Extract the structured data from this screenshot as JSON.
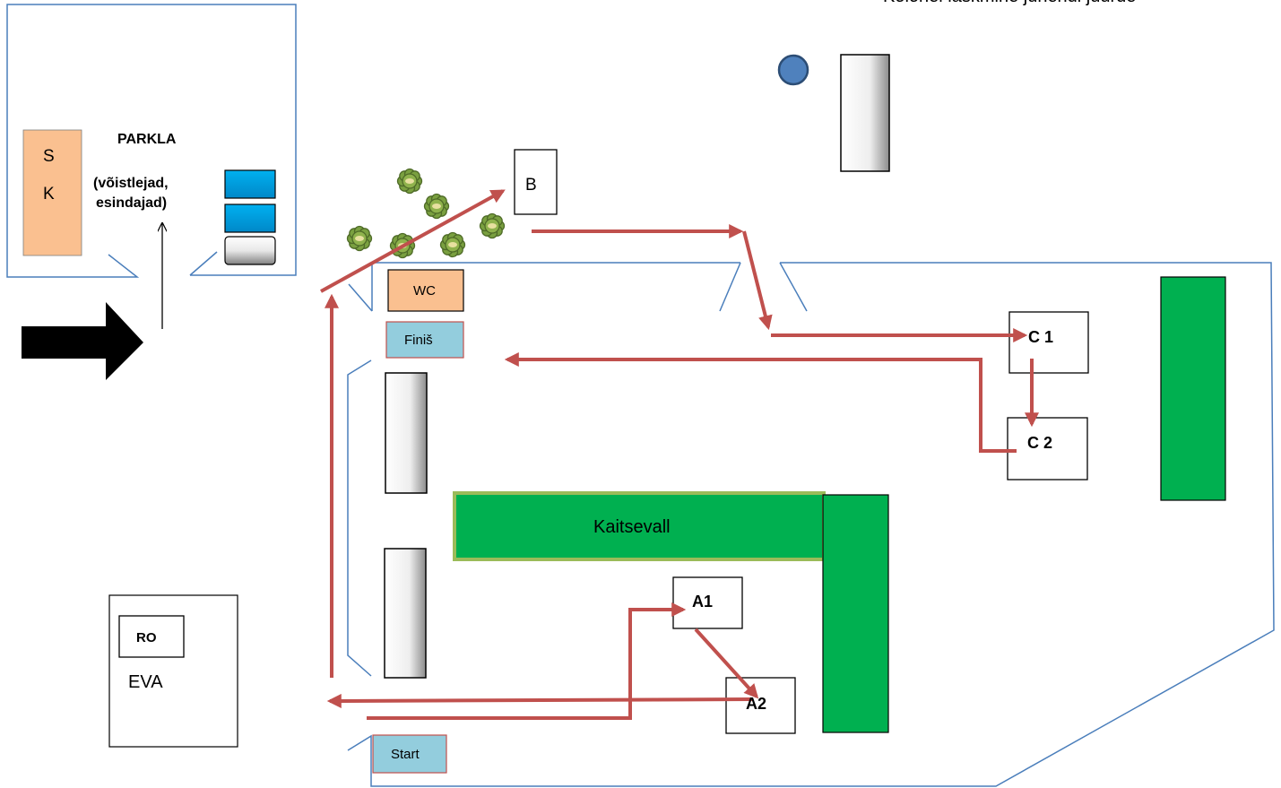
{
  "header": {
    "title": "Kolonel laskmine juhendi juurde"
  },
  "parking": {
    "title": "PARKLA",
    "subtitle_line1": "(võistlejad,",
    "subtitle_line2": "esindajad)",
    "sk_top": "S",
    "sk_bottom": "K"
  },
  "facilities": {
    "wc": "WC",
    "finish": "Finiš",
    "start": "Start"
  },
  "stations": {
    "b": "B",
    "c1": "C 1",
    "c2": "C 2",
    "a1": "A1",
    "a2": "A2"
  },
  "wall": {
    "label": "Kaitsevall"
  },
  "office": {
    "ro": "RO",
    "eva": "EVA"
  },
  "colors": {
    "route": "#c0504d",
    "outline": "#4a7ebb",
    "green": "#00b050",
    "orange": "#fac090",
    "lightblue": "#93cddd",
    "cyan": "#00b0f0",
    "bush": "#6a8f3a"
  }
}
